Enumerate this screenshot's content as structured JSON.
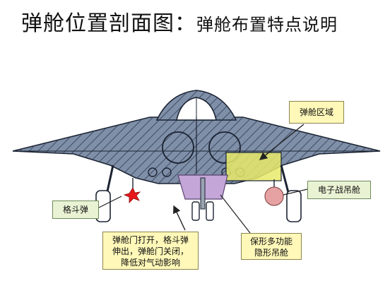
{
  "title": {
    "main": "弹舱位置剖面图：",
    "sub": "弹舱布置特点说明"
  },
  "callouts": [
    {
      "id": "bay-area",
      "lines": [
        "弹舱区域"
      ]
    },
    {
      "id": "dogfight-missile",
      "lines": [
        "格斗弹"
      ]
    },
    {
      "id": "ew-pod",
      "lines": [
        "电子战吊舱"
      ]
    },
    {
      "id": "bay-door",
      "lines": [
        "弹舱门打开，格斗弹",
        "伸出，弹舱门关闭，",
        "降低对气动影响"
      ]
    },
    {
      "id": "conformal-pod",
      "lines": [
        "保形多功能",
        "隐形吊舱"
      ]
    }
  ],
  "colors": {
    "body": "#7f8fa8",
    "hatch": "#2e3a52",
    "bay": "#e8ea6a",
    "pod": "#c4a6d8",
    "missile": "#e8161b",
    "ew_pod": "#e6a2a2",
    "callout_yellow": "#fff8b8",
    "callout_green": "#e9f3d4"
  }
}
